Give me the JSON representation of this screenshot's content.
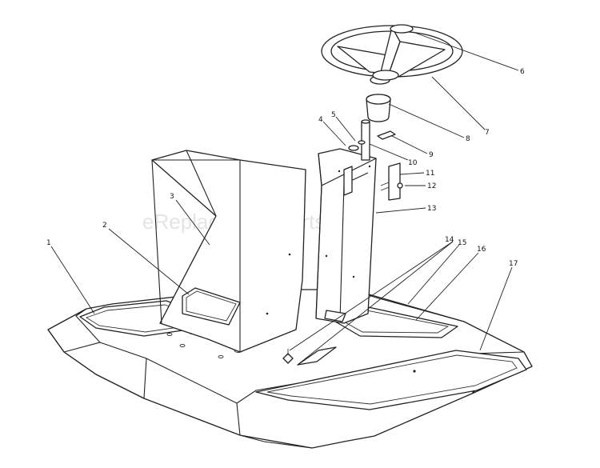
{
  "watermark": "eReplacementParts.com",
  "callouts": [
    "1",
    "2",
    "3",
    "4",
    "5",
    "6",
    "7",
    "8",
    "9",
    "10",
    "11",
    "12",
    "13",
    "14",
    "15",
    "16",
    "17"
  ],
  "colors": {
    "line": "#222222",
    "background": "#ffffff",
    "watermark": "#e4e4e4"
  }
}
